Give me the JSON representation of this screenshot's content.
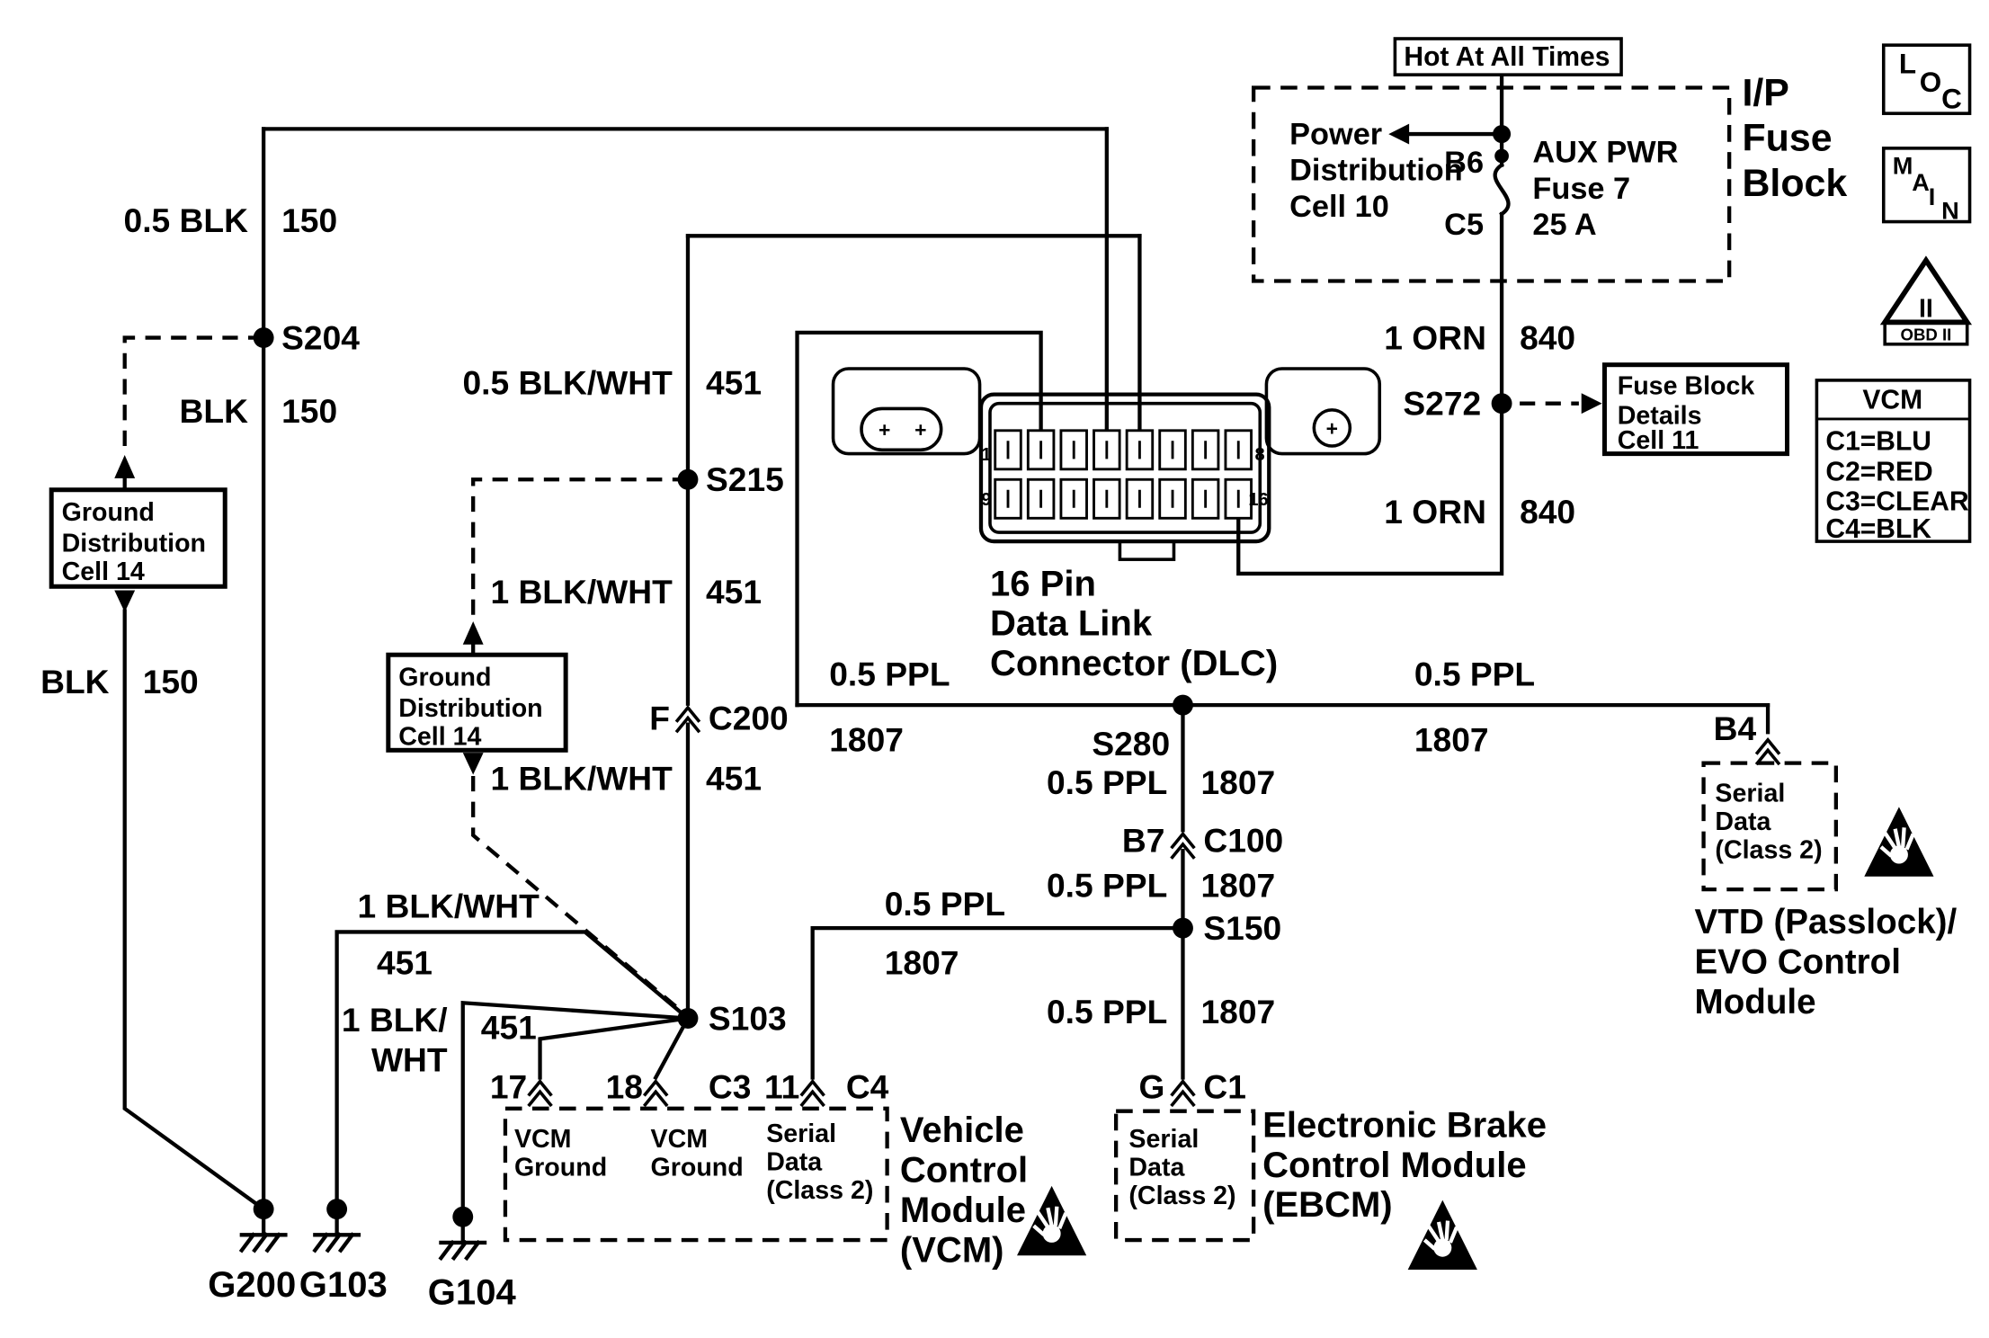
{
  "colors": {
    "ink": "#000000",
    "paper": "#ffffff"
  },
  "wires": {
    "blk150_top": {
      "name": "0.5 BLK",
      "circuit": "150"
    },
    "blk150_s204": {
      "name": "BLK",
      "circuit": "150"
    },
    "blk150_gnd": {
      "name": "BLK",
      "circuit": "150"
    },
    "blkwht451_dlc": {
      "name": "0.5 BLK/WHT",
      "circuit": "451"
    },
    "blkwht451_s215": {
      "name": "1 BLK/WHT",
      "circuit": "451"
    },
    "blkwht451_c200": {
      "name": "1 BLK/WHT",
      "circuit": "451"
    },
    "blkwht451_g103": {
      "name": "1 BLK/WHT",
      "circuit": "451"
    },
    "blkwht451_g104": {
      "name_line1": "1 BLK/",
      "name_line2": "WHT",
      "circuit": "451"
    },
    "orn840_upper": {
      "name": "1 ORN",
      "circuit": "840"
    },
    "orn840_lower": {
      "name": "1 ORN",
      "circuit": "840"
    },
    "ppl1807_dlc_left": {
      "name": "0.5 PPL",
      "circuit": "1807"
    },
    "ppl1807_dlc_right": {
      "name": "0.5 PPL",
      "circuit": "1807"
    },
    "ppl1807_s280": {
      "name": "0.5 PPL",
      "circuit": "1807"
    },
    "ppl1807_c100": {
      "name": "0.5 PPL",
      "circuit": "1807"
    },
    "ppl1807_vcm": {
      "name": "0.5 PPL",
      "circuit": "1807"
    },
    "ppl1807_ebcm": {
      "name": "0.5 PPL",
      "circuit": "1807"
    }
  },
  "splices": {
    "s204": "S204",
    "s215": "S215",
    "s272": "S272",
    "s280": "S280",
    "s150": "S150",
    "s103": "S103"
  },
  "connectors": {
    "c200": {
      "pin": "F",
      "name": "C200"
    },
    "c100": {
      "pin": "B7",
      "name": "C100"
    },
    "c1": {
      "pin": "G",
      "name": "C1"
    },
    "c3": {
      "pin_a": "17",
      "pin_b": "18",
      "name": "C3"
    },
    "c4": {
      "pin": "11",
      "name": "C4"
    },
    "b4": {
      "pin": "B4"
    }
  },
  "grounds": {
    "g200": "G200",
    "g103": "G103",
    "g104": "G104"
  },
  "dlc": {
    "caption": [
      "16 Pin",
      "Data Link",
      "Connector (DLC)"
    ],
    "pin_numbers": {
      "first_top": "1",
      "last_top": "8",
      "first_bottom": "9",
      "last_bottom": "16"
    },
    "ear_marks": {
      "left_a": "+",
      "left_b": "+",
      "right": "+"
    }
  },
  "fuse_block": {
    "hot_label": "Hot At All Times",
    "power_distribution": [
      "Power",
      "Distribution",
      "Cell 10"
    ],
    "terminal_top": "B6",
    "terminal_bottom": "C5",
    "fuse": [
      "AUX PWR",
      "Fuse 7",
      "25 A"
    ],
    "title": [
      "I/P",
      "Fuse",
      "Block"
    ]
  },
  "ref_boxes": {
    "ground_dist_1": [
      "Ground",
      "Distribution",
      "Cell 14"
    ],
    "ground_dist_2": [
      "Ground",
      "Distribution",
      "Cell 14"
    ],
    "fuse_details": [
      "Fuse Block",
      "Details",
      "Cell 11"
    ]
  },
  "modules": {
    "vcm": {
      "title": [
        "Vehicle",
        "Control",
        "Module",
        "(VCM)"
      ],
      "pin_labels": {
        "ground_1": [
          "VCM",
          "Ground"
        ],
        "ground_2": [
          "VCM",
          "Ground"
        ],
        "serial": [
          "Serial",
          "Data",
          "(Class 2)"
        ]
      }
    },
    "ebcm": {
      "title": [
        "Electronic Brake",
        "Control Module",
        "(EBCM)"
      ],
      "pin_labels": {
        "serial": [
          "Serial",
          "Data",
          "(Class 2)"
        ]
      }
    },
    "vtd": {
      "title": [
        "VTD (Passlock)/",
        "EVO Control",
        "Module"
      ],
      "pin_labels": {
        "serial": [
          "Serial",
          "Data",
          "(Class 2)"
        ]
      }
    }
  },
  "badges": {
    "loc": [
      "L",
      "O",
      "C"
    ],
    "main": [
      "M",
      "A",
      "I",
      "N"
    ],
    "obd": {
      "triangle": "II",
      "label": "OBD II"
    },
    "vcm_legend": {
      "header": "VCM",
      "rows": [
        "C1=BLU",
        "C2=RED",
        "C3=CLEAR",
        "C4=BLK"
      ]
    }
  }
}
